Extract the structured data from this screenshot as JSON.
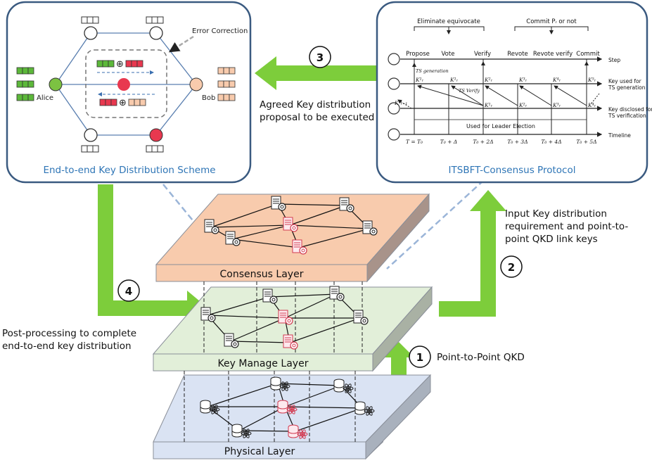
{
  "panels": {
    "left_title": "End-to-end Key Distribution Scheme",
    "right_title": "ITSBFT-Consensus Protocol"
  },
  "left_panel": {
    "error_correction": "Error Correction",
    "alice": "Alice",
    "bob": "Bob",
    "xor_symbol": "⊕"
  },
  "right_panel": {
    "eliminate": "Eliminate equivocate",
    "commit_or_not": "Commit  Pᵣ  or not",
    "steps": [
      "Propose",
      "Vote",
      "Verify",
      "Revote",
      "Revote verify",
      "Commit"
    ],
    "row_labels": [
      "Step",
      "Key used for",
      "TS generation",
      "Key disclosed for",
      "TS verification",
      "Timeline"
    ],
    "ts_generation": "TS generation",
    "ts_verify": "TS Verify",
    "leader_election": "Used for Leader Election",
    "keys_top": [
      "K¹ᵣ",
      "K¹ᵣ",
      "K²ᵣ",
      "K³ᵣ",
      "K⁴ᵣ",
      "K⁵ᵣ"
    ],
    "keys_mid": [
      "Kⁿᵣ₋₁",
      "K¹ᵣ",
      "K²ᵣ",
      "K³ᵣ",
      "K⁴ᵣ"
    ],
    "times": [
      "T = T₀",
      "T₀ + Δ",
      "T₀ + 2Δ",
      "T₀ + 3Δ",
      "T₀ + 4Δ",
      "T₀ + 5Δ"
    ]
  },
  "steps": {
    "s1": "1",
    "s1_label": "Point-to-Point QKD",
    "s2": "2",
    "s2_label": [
      "Input Key distribution",
      "requirement and point-to-",
      "point QKD link keys"
    ],
    "s3": "3",
    "s3_label": [
      "Agreed Key distribution",
      "proposal to be executed"
    ],
    "s4": "4",
    "s4_label": [
      "Post-processing to complete",
      "end-to-end key distribution"
    ]
  },
  "layers": {
    "consensus": "Consensus Layer",
    "key_manage": "Key Manage Layer",
    "physical": "Physical Layer"
  },
  "colors": {
    "accent_green": "#7dcd3b",
    "title_blue": "#2e75b6",
    "consensus_fill": "#f8cbad",
    "keymanage_fill": "#e2efd9",
    "physical_fill": "#dae3f3",
    "node_red": "#e8384f"
  }
}
